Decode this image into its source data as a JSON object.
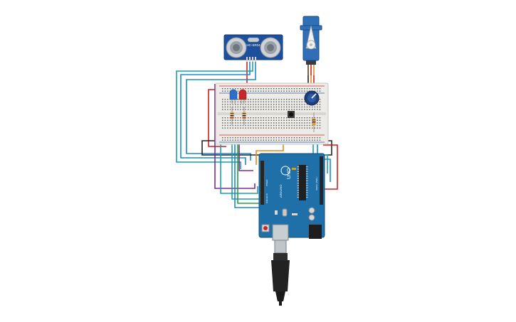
{
  "canvas": {
    "background": "#ffffff"
  },
  "components": {
    "ultrasonic_sensor": {
      "label": "HC-SR04",
      "body_color": "#1c4f9c"
    },
    "servo": {
      "body_color": "#2f6fb8"
    },
    "breadboard": {
      "color": "#ecebe7",
      "rail_red": "#d92b2b",
      "rail_blue": "#2a5db0"
    },
    "led_blue": {
      "color": "#2a6fc9"
    },
    "led_red": {
      "color": "#c62828"
    },
    "potentiometer": {
      "knob_color": "#1f3f7a"
    },
    "arduino": {
      "model": "UNO",
      "brand": "ARDUINO",
      "board_color": "#1f6fa8",
      "header_label": "DIGITAL (PWM~)",
      "power_label": "POWER",
      "analog_label": "ANALOG IN"
    },
    "usb_cable": {
      "color": "#222222"
    }
  },
  "wire_colors": {
    "red": "#d21f1f",
    "black": "#222222",
    "blue": "#1e88c9",
    "teal": "#1aa1a8",
    "purple": "#7b2d8e",
    "green": "#2e9b46",
    "orange": "#e08a1e",
    "gray": "#7d7d7d"
  }
}
